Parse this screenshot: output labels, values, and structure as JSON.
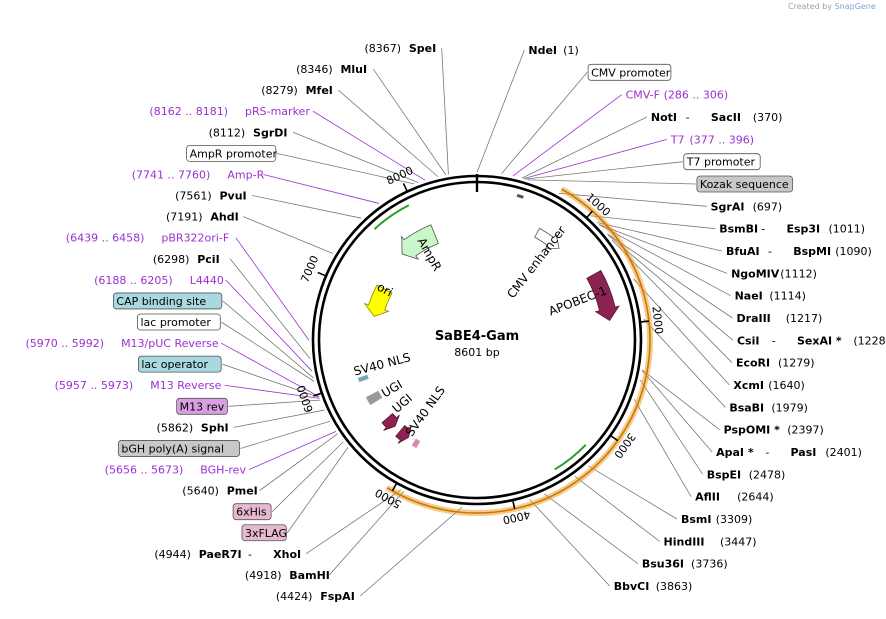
{
  "credit": {
    "prefix": "Created by",
    "brand": "SnapGene"
  },
  "plasmid": {
    "name": "SaBE4-Gam",
    "size_label": "8601 bp",
    "length": 8601
  },
  "ticks": [
    "1000",
    "2000",
    "3000",
    "4000",
    "5000",
    "6000",
    "7000",
    "8000"
  ],
  "colors": {
    "feature_crimson": "#8b2252",
    "feature_green": "#c9f7c9",
    "origin_yellow": "#ffff00",
    "primer_violet": "#9b30d0",
    "orf_orange": "#f0a030",
    "orf_green": "#2a9d2a",
    "label_blue_fill": "#a8d8e0",
    "label_gray_fill": "#c8c8c8",
    "label_pink_fill": "#e8b8d0",
    "label_violet_fill": "#d8a0e0"
  },
  "feature_labels": [
    {
      "text": "CMV enhancer",
      "pos": 900
    },
    {
      "text": "APOBEC-1",
      "pos": 1650
    },
    {
      "text": "AmpR",
      "pos": 7900
    },
    {
      "text": "ori",
      "pos": 7130
    },
    {
      "text": "SV40 NLS",
      "pos": 6100
    },
    {
      "text": "UGI",
      "pos": 5730
    },
    {
      "text": "UGI",
      "pos": 5480
    },
    {
      "text": "SV40 NLS",
      "pos": 5150
    }
  ],
  "right_labels": [
    {
      "parts": [
        {
          "t": "NdeI",
          "b": 1
        },
        {
          "t": "(1)",
          "b": 0
        }
      ],
      "pos": 1,
      "kind": "site"
    },
    {
      "parts": [
        {
          "t": "CMV promoter",
          "b": 0
        }
      ],
      "pos": 200,
      "kind": "box",
      "fill": "#ffffff"
    },
    {
      "parts": [
        {
          "t": "CMV-F",
          "b": 0
        },
        {
          "t": "(286 .. 306)",
          "b": 0
        }
      ],
      "pos": 296,
      "kind": "primer"
    },
    {
      "parts": [
        {
          "t": "NotI",
          "b": 1
        },
        {
          "t": " - ",
          "b": 0
        },
        {
          "t": "SacII",
          "b": 1
        },
        {
          "t": "(370)",
          "b": 0
        }
      ],
      "pos": 370,
      "kind": "site"
    },
    {
      "parts": [
        {
          "t": "T7",
          "b": 0
        },
        {
          "t": "(377 .. 396)",
          "b": 0
        }
      ],
      "pos": 386,
      "kind": "primer"
    },
    {
      "parts": [
        {
          "t": "T7 promoter",
          "b": 0
        }
      ],
      "pos": 400,
      "kind": "box",
      "fill": "#ffffff"
    },
    {
      "parts": [
        {
          "t": "Kozak sequence",
          "b": 0
        }
      ],
      "pos": 420,
      "kind": "box",
      "fill": "#c8c8c8"
    },
    {
      "parts": [
        {
          "t": "SgrAI",
          "b": 1
        },
        {
          "t": "(697)",
          "b": 0
        }
      ],
      "pos": 697,
      "kind": "site"
    },
    {
      "parts": [
        {
          "t": "BsmBI",
          "b": 1
        },
        {
          "t": " - ",
          "b": 0
        },
        {
          "t": "Esp3I",
          "b": 1
        },
        {
          "t": "(1011)",
          "b": 0
        }
      ],
      "pos": 1011,
      "kind": "site"
    },
    {
      "parts": [
        {
          "t": "BfuAI",
          "b": 1
        },
        {
          "t": " - ",
          "b": 0
        },
        {
          "t": "BspMI",
          "b": 1
        },
        {
          "t": "(1090)",
          "b": 0
        }
      ],
      "pos": 1090,
      "kind": "site"
    },
    {
      "parts": [
        {
          "t": "NgoMIV",
          "b": 1
        },
        {
          "t": "(1112)",
          "b": 0
        }
      ],
      "pos": 1112,
      "kind": "site"
    },
    {
      "parts": [
        {
          "t": "NaeI",
          "b": 1
        },
        {
          "t": "(1114)",
          "b": 0
        }
      ],
      "pos": 1114,
      "kind": "site"
    },
    {
      "parts": [
        {
          "t": "DraIII",
          "b": 1
        },
        {
          "t": "(1217)",
          "b": 0
        }
      ],
      "pos": 1217,
      "kind": "site"
    },
    {
      "parts": [
        {
          "t": "CsiI",
          "b": 1
        },
        {
          "t": " - ",
          "b": 0
        },
        {
          "t": "SexAI *",
          "b": 1
        },
        {
          "t": "(1228)",
          "b": 0
        }
      ],
      "pos": 1228,
      "kind": "site"
    },
    {
      "parts": [
        {
          "t": "EcoRI",
          "b": 1
        },
        {
          "t": "(1279)",
          "b": 0
        }
      ],
      "pos": 1279,
      "kind": "site"
    },
    {
      "parts": [
        {
          "t": "XcmI",
          "b": 1
        },
        {
          "t": "(1640)",
          "b": 0
        }
      ],
      "pos": 1640,
      "kind": "site"
    },
    {
      "parts": [
        {
          "t": "BsaBI",
          "b": 1
        },
        {
          "t": "(1979)",
          "b": 0
        }
      ],
      "pos": 1979,
      "kind": "site"
    },
    {
      "parts": [
        {
          "t": "PspOMI *",
          "b": 1
        },
        {
          "t": "(2397)",
          "b": 0
        }
      ],
      "pos": 2397,
      "kind": "site"
    },
    {
      "parts": [
        {
          "t": "ApaI *",
          "b": 1
        },
        {
          "t": " - ",
          "b": 0
        },
        {
          "t": "PasI",
          "b": 1
        },
        {
          "t": "(2401)",
          "b": 0
        }
      ],
      "pos": 2401,
      "kind": "site"
    },
    {
      "parts": [
        {
          "t": "BspEI",
          "b": 1
        },
        {
          "t": "(2478)",
          "b": 0
        }
      ],
      "pos": 2478,
      "kind": "site"
    },
    {
      "parts": [
        {
          "t": "AflII",
          "b": 1
        },
        {
          "t": "(2644)",
          "b": 0
        }
      ],
      "pos": 2644,
      "kind": "site"
    },
    {
      "parts": [
        {
          "t": "BsmI",
          "b": 1
        },
        {
          "t": "(3309)",
          "b": 0
        }
      ],
      "pos": 3309,
      "kind": "site"
    },
    {
      "parts": [
        {
          "t": "HindIII",
          "b": 1
        },
        {
          "t": "(3447)",
          "b": 0
        }
      ],
      "pos": 3447,
      "kind": "site"
    },
    {
      "parts": [
        {
          "t": "Bsu36I",
          "b": 1
        },
        {
          "t": "(3736)",
          "b": 0
        }
      ],
      "pos": 3736,
      "kind": "site"
    },
    {
      "parts": [
        {
          "t": "BbvCI",
          "b": 1
        },
        {
          "t": "(3863)",
          "b": 0
        }
      ],
      "pos": 3863,
      "kind": "site"
    }
  ],
  "left_labels": [
    {
      "parts": [
        {
          "t": "(8367)",
          "b": 0
        },
        {
          "t": "SpeI",
          "b": 1
        }
      ],
      "pos": 8367,
      "kind": "site"
    },
    {
      "parts": [
        {
          "t": "(8346)",
          "b": 0
        },
        {
          "t": "MluI",
          "b": 1
        }
      ],
      "pos": 8346,
      "kind": "site"
    },
    {
      "parts": [
        {
          "t": "(8279)",
          "b": 0
        },
        {
          "t": "MfeI",
          "b": 1
        }
      ],
      "pos": 8279,
      "kind": "site"
    },
    {
      "parts": [
        {
          "t": "(8162 .. 8181)",
          "b": 0
        },
        {
          "t": "pRS-marker",
          "b": 0
        }
      ],
      "pos": 8171,
      "kind": "primer"
    },
    {
      "parts": [
        {
          "t": "(8112)",
          "b": 0
        },
        {
          "t": "SgrDI",
          "b": 1
        }
      ],
      "pos": 8112,
      "kind": "site"
    },
    {
      "parts": [
        {
          "t": "AmpR promoter",
          "b": 0
        }
      ],
      "pos": 8080,
      "kind": "box",
      "fill": "#ffffff"
    },
    {
      "parts": [
        {
          "t": "(7741 .. 7760)",
          "b": 0
        },
        {
          "t": "Amp-R",
          "b": 0
        }
      ],
      "pos": 7750,
      "kind": "primer"
    },
    {
      "parts": [
        {
          "t": "(7561)",
          "b": 0
        },
        {
          "t": "PvuI",
          "b": 1
        }
      ],
      "pos": 7561,
      "kind": "site"
    },
    {
      "parts": [
        {
          "t": "(7191)",
          "b": 0
        },
        {
          "t": "AhdI",
          "b": 1
        }
      ],
      "pos": 7191,
      "kind": "site"
    },
    {
      "parts": [
        {
          "t": "(6439 .. 6458)",
          "b": 0
        },
        {
          "t": "pBR322ori-F",
          "b": 0
        }
      ],
      "pos": 6448,
      "kind": "primer"
    },
    {
      "parts": [
        {
          "t": "(6298)",
          "b": 0
        },
        {
          "t": "PciI",
          "b": 1
        }
      ],
      "pos": 6298,
      "kind": "site"
    },
    {
      "parts": [
        {
          "t": "(6188 .. 6205)",
          "b": 0
        },
        {
          "t": "L4440",
          "b": 0
        }
      ],
      "pos": 6196,
      "kind": "primer"
    },
    {
      "parts": [
        {
          "t": "CAP binding site",
          "b": 0
        }
      ],
      "pos": 6140,
      "kind": "box",
      "fill": "#a8d8e0"
    },
    {
      "parts": [
        {
          "t": "lac promoter",
          "b": 0
        }
      ],
      "pos": 6110,
      "kind": "box",
      "fill": "#ffffff"
    },
    {
      "parts": [
        {
          "t": "(5970 .. 5992)",
          "b": 0
        },
        {
          "t": "M13/pUC Reverse",
          "b": 0
        }
      ],
      "pos": 5981,
      "kind": "primer"
    },
    {
      "parts": [
        {
          "t": "lac operator",
          "b": 0
        }
      ],
      "pos": 5975,
      "kind": "box",
      "fill": "#a8d8e0"
    },
    {
      "parts": [
        {
          "t": "(5957 .. 5973)",
          "b": 0
        },
        {
          "t": "M13 Reverse",
          "b": 0
        }
      ],
      "pos": 5965,
      "kind": "primer"
    },
    {
      "parts": [
        {
          "t": "M13 rev",
          "b": 0
        }
      ],
      "pos": 5950,
      "kind": "box",
      "fill": "#d8a0e0"
    },
    {
      "parts": [
        {
          "t": "(5862)",
          "b": 0
        },
        {
          "t": "SphI",
          "b": 1
        }
      ],
      "pos": 5862,
      "kind": "site"
    },
    {
      "parts": [
        {
          "t": "bGH poly(A) signal",
          "b": 0
        }
      ],
      "pos": 5760,
      "kind": "box",
      "fill": "#c8c8c8"
    },
    {
      "parts": [
        {
          "t": "(5656 .. 5673)",
          "b": 0
        },
        {
          "t": "BGH-rev",
          "b": 0
        }
      ],
      "pos": 5664,
      "kind": "primer"
    },
    {
      "parts": [
        {
          "t": "(5640)",
          "b": 0
        },
        {
          "t": "PmeI",
          "b": 1
        }
      ],
      "pos": 5640,
      "kind": "site"
    },
    {
      "parts": [
        {
          "t": "6xHis",
          "b": 0
        }
      ],
      "pos": 5560,
      "kind": "box",
      "fill": "#e8b8d0"
    },
    {
      "parts": [
        {
          "t": "3xFLAG",
          "b": 0
        }
      ],
      "pos": 5500,
      "kind": "box",
      "fill": "#e8b8d0"
    },
    {
      "parts": [
        {
          "t": "(4944)",
          "b": 0
        },
        {
          "t": "PaeR7I",
          "b": 1
        },
        {
          "t": " - ",
          "b": 0
        },
        {
          "t": "XhoI",
          "b": 1
        }
      ],
      "pos": 4944,
      "kind": "site"
    },
    {
      "parts": [
        {
          "t": "(4918)",
          "b": 0
        },
        {
          "t": "BamHI",
          "b": 1
        }
      ],
      "pos": 4918,
      "kind": "site"
    },
    {
      "parts": [
        {
          "t": "(4424)",
          "b": 0
        },
        {
          "t": "FspAI",
          "b": 1
        }
      ],
      "pos": 4424,
      "kind": "site"
    }
  ]
}
